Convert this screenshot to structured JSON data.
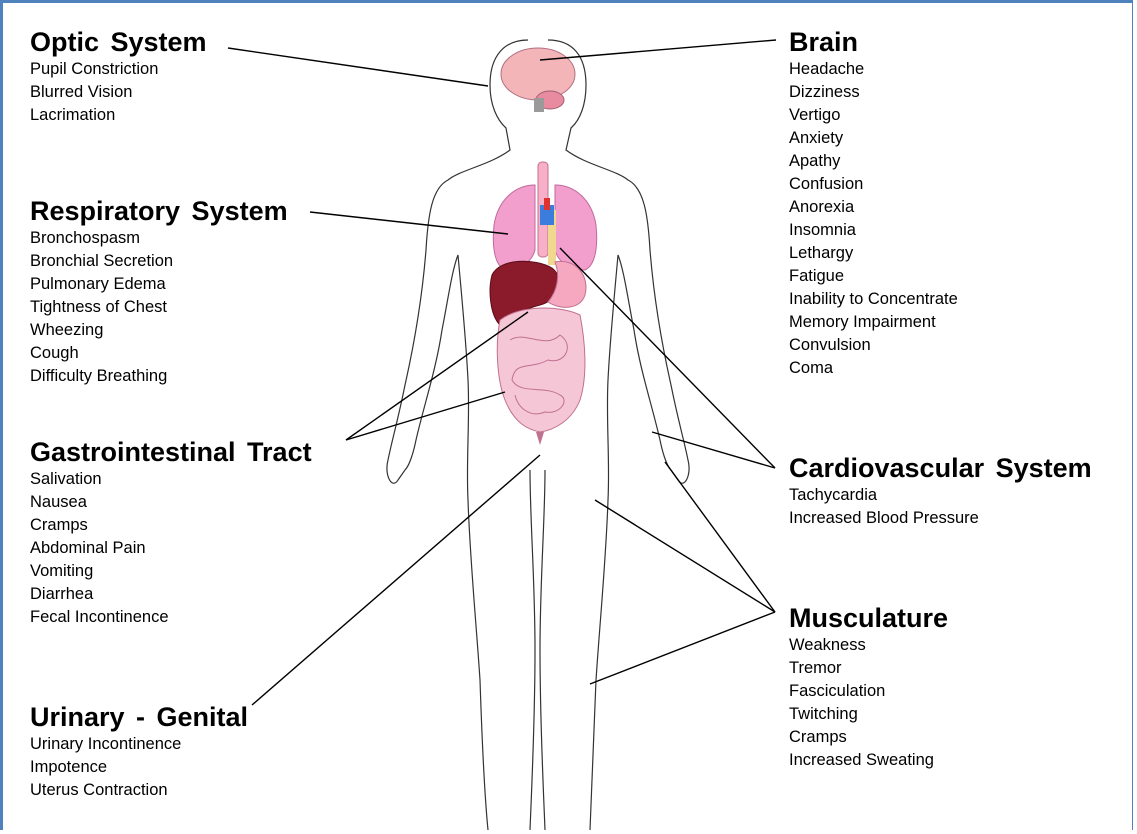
{
  "groups": {
    "optic": {
      "title": "Optic System",
      "items": [
        "Pupil Constriction",
        "Blurred Vision",
        "Lacrimation"
      ]
    },
    "respiratory": {
      "title": "Respiratory System",
      "items": [
        "Bronchospasm",
        "Bronchial Secretion",
        "Pulmonary Edema",
        "Tightness of Chest",
        "Wheezing",
        "Cough",
        "Difficulty Breathing"
      ]
    },
    "gastro": {
      "title": "Gastrointestinal Tract",
      "items": [
        "Salivation",
        "Nausea",
        "Cramps",
        "Abdominal Pain",
        "Vomiting",
        "Diarrhea",
        "Fecal Incontinence"
      ]
    },
    "urinary": {
      "title": "Urinary - Genital",
      "items": [
        "Urinary Incontinence",
        "Impotence",
        "Uterus Contraction"
      ]
    },
    "brain": {
      "title": "Brain",
      "items": [
        "Headache",
        "Dizziness",
        "Vertigo",
        "Anxiety",
        "Apathy",
        "Confusion",
        "Anorexia",
        "Insomnia",
        "Lethargy",
        "Fatigue",
        "Inability to Concentrate",
        "Memory Impairment",
        "Convulsion",
        "Coma"
      ]
    },
    "cardio": {
      "title": "Cardiovascular System",
      "items": [
        "Tachycardia",
        "Increased Blood Pressure"
      ]
    },
    "muscle": {
      "title": "Musculature",
      "items": [
        "Weakness",
        "Tremor",
        "Fasciculation",
        "Twitching",
        "Cramps",
        "Increased Sweating"
      ]
    }
  },
  "colors": {
    "border": "#4f81bd",
    "brain": "#f4b5b8",
    "lungs": "#f29fce",
    "liver": "#8b1a2a",
    "intestine": "#f5c6d6"
  }
}
